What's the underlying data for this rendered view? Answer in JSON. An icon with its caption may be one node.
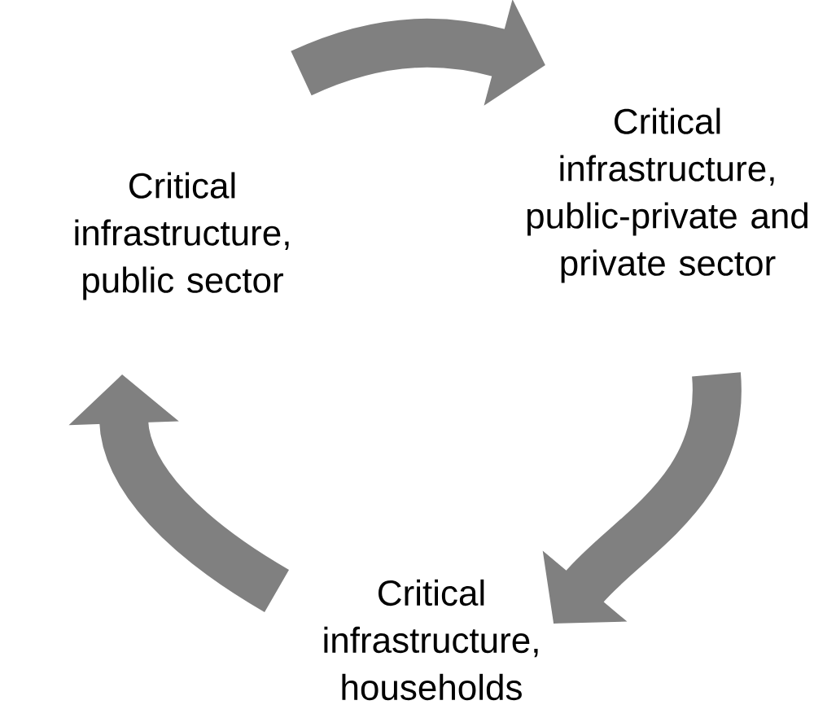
{
  "diagram": {
    "nodes": [
      {
        "text": [
          "Critical infrastructure, public sector"
        ]
      },
      {
        "text": [
          "Critical infrastructure, public-private and private sector"
        ]
      },
      {
        "text": [
          "Critical infrastructure, households"
        ]
      }
    ],
    "edges": [
      {
        "from": 0,
        "to": 1,
        "arrow": "to"
      },
      {
        "from": 1,
        "to": 2,
        "arrow": "to"
      },
      {
        "from": 2,
        "to": 0,
        "arrow": "to"
      }
    ]
  }
}
